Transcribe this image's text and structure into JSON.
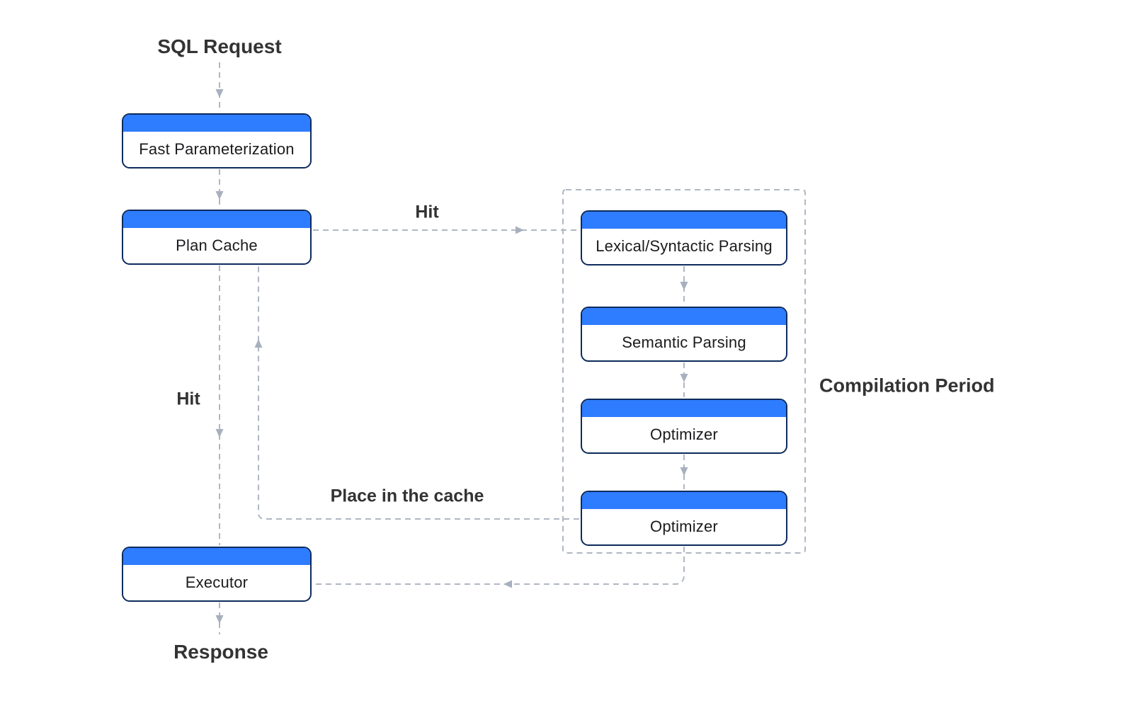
{
  "diagram": {
    "start_label": "SQL Request",
    "end_label": "Response",
    "nodes": {
      "fast_parameterization": "Fast Parameterization",
      "plan_cache": "Plan Cache",
      "executor": "Executor",
      "lexical_syntactic_parsing": "Lexical/Syntactic Parsing",
      "semantic_parsing": "Semantic Parsing",
      "optimizer_1": "Optimizer",
      "optimizer_2": "Optimizer"
    },
    "groups": {
      "compilation_period": "Compilation Period"
    },
    "edge_labels": {
      "hit_to_parsing": "Hit",
      "hit_to_executor": "Hit",
      "place_in_the_cache": "Place in the cache"
    },
    "colors": {
      "node_header_blue": "#2E7CFF",
      "node_border_navy": "#0D2B5C",
      "dashed_line_gray": "#B0B7C3",
      "arrow_gray": "#A8B0BD",
      "label_text": "#333333",
      "node_text": "#1B1B1E",
      "background": "#FFFFFF"
    }
  }
}
